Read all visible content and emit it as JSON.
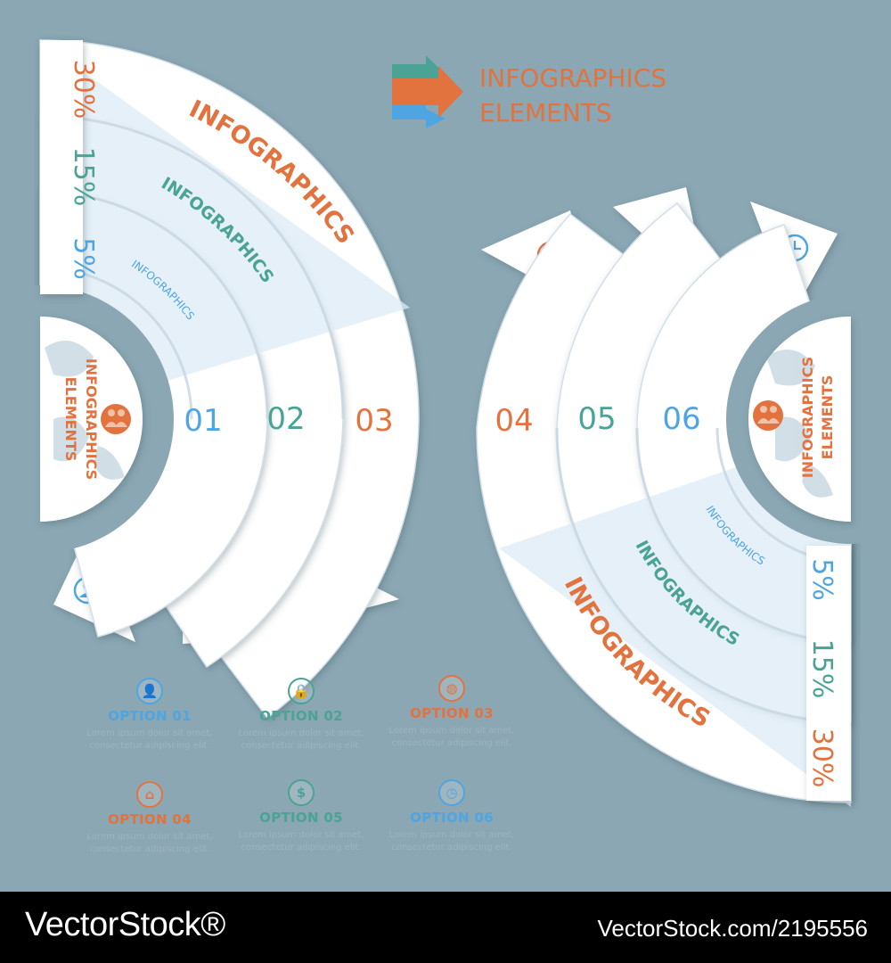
{
  "header": {
    "title_line1": "INFOGRAPHICS",
    "title_line2": "ELEMENTS"
  },
  "colors": {
    "background": "#8aa7b3",
    "orange": "#e2733f",
    "teal": "#4aa394",
    "blue": "#4ea5e2",
    "band_tint": "#dcebf6",
    "panel": "#ffffff"
  },
  "left_graphic": {
    "center_label_line1": "INFOGRAPHICS",
    "center_label_line2": "ELEMENTS",
    "percentages": [
      "30%",
      "15%",
      "5%"
    ],
    "arc_labels": [
      "INFOGRAPHICS",
      "INFOGRAPHICS",
      "INFOGRAPHICS"
    ],
    "numbers": [
      "01",
      "02",
      "03"
    ],
    "tab_icons": [
      "user-icon",
      "lock-icon",
      "world-map-icon"
    ]
  },
  "right_graphic": {
    "center_label_line1": "INFOGRAPHICS",
    "center_label_line2": "ELEMENTS",
    "percentages": [
      "5%",
      "15%",
      "30%"
    ],
    "arc_labels": [
      "INFOGRAPHICS",
      "INFOGRAPHICS",
      "INFOGRAPHICS"
    ],
    "numbers": [
      "04",
      "05",
      "06"
    ],
    "tab_icons": [
      "home-icon",
      "dollar-icon",
      "clock-icon"
    ]
  },
  "options": [
    {
      "title": "OPTION 01",
      "icon": "user-icon",
      "glyph": "👤",
      "color": "#4ea5e2",
      "text": "Lorem ipsum dolor sit amet,\nconsectetur adipiscing elit."
    },
    {
      "title": "OPTION 02",
      "icon": "lock-icon",
      "glyph": "🔒",
      "color": "#4aa394",
      "text": "Lorem ipsum dolor sit amet,\nconsectetur adipiscing elit."
    },
    {
      "title": "OPTION 03",
      "icon": "world-map-icon",
      "glyph": "◍",
      "color": "#e2733f",
      "text": "Lorem ipsum dolor sit amet,\nconsectetur adipiscing elit."
    },
    {
      "title": "OPTION 04",
      "icon": "home-icon",
      "glyph": "⌂",
      "color": "#e2733f",
      "text": "Lorem ipsum dolor sit amet,\nconsectetur adipiscing elit."
    },
    {
      "title": "OPTION 05",
      "icon": "dollar-icon",
      "glyph": "$",
      "color": "#4aa394",
      "text": "Lorem ipsum dolor sit amet,\nconsectetur adipiscing elit."
    },
    {
      "title": "OPTION 06",
      "icon": "clock-icon",
      "glyph": "◷",
      "color": "#4ea5e2",
      "text": "Lorem ipsum dolor sit amet,\nconsectetur adipiscing elit."
    }
  ],
  "footer": {
    "brand": "VectorStock®",
    "reference": "VectorStock.com/2195556"
  }
}
